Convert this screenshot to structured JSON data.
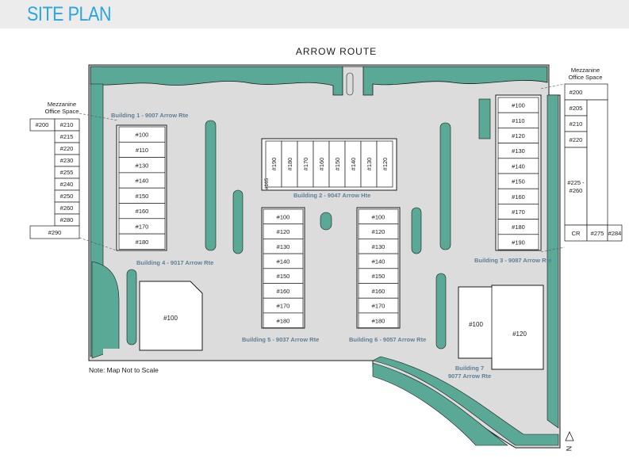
{
  "header": {
    "title": "SITE PLAN"
  },
  "street": "ARROW ROUTE",
  "note": "Note: Map Not to Scale",
  "north_label": "N",
  "colors": {
    "green": "#5aa896",
    "pavement": "#dcdcdc",
    "building": "#ffffff",
    "title": "#2aa6df",
    "label": "#5d7f95",
    "outline": "#1a1a1a"
  },
  "buildings": [
    {
      "label": "Building 1 - 9007 Arrow Rte",
      "units": [
        "#100",
        "#110",
        "#130",
        "#140",
        "#150",
        "#160",
        "#170",
        "#180"
      ]
    },
    {
      "label": "Building 2 - 9047 Arrow Hte",
      "units": [
        "#190",
        "#180",
        "#170",
        "#160",
        "#150",
        "#140",
        "#130",
        "#120",
        "#165"
      ]
    },
    {
      "label": "Building 3 - 9087 Arrow Rte",
      "units": [
        "#100",
        "#110",
        "#120",
        "#130",
        "#140",
        "#150",
        "#160",
        "#170",
        "#180",
        "#190"
      ]
    },
    {
      "label": "Building 4 - 9017 Arrow Rte",
      "units": [
        "#100"
      ]
    },
    {
      "label": "Building 5 - 9037 Arrow Rte",
      "units": [
        "#100",
        "#120",
        "#130",
        "#140",
        "#150",
        "#160",
        "#170",
        "#180"
      ]
    },
    {
      "label": "Building 6 - 9057 Arrow Rte",
      "units": [
        "#100",
        "#120",
        "#130",
        "#140",
        "#150",
        "#160",
        "#170",
        "#180"
      ]
    },
    {
      "label_line1": "Building 7",
      "label_line2": "9077 Arrow Rte",
      "units": [
        "#100",
        "#120"
      ]
    }
  ],
  "mezzanine_left": {
    "title_line1": "Mezzanine",
    "title_line2": "Office Space",
    "units": [
      "#200",
      "#210",
      "#215",
      "#220",
      "#230",
      "#255",
      "#240",
      "#250",
      "#260",
      "#280",
      "#290"
    ]
  },
  "mezzanine_right": {
    "title_line1": "Mezzanine",
    "title_line2": "Office Space",
    "units": [
      "#200",
      "#205",
      "#210",
      "#220",
      "#225 -",
      "#260",
      "CR",
      "#275",
      "#284"
    ]
  }
}
